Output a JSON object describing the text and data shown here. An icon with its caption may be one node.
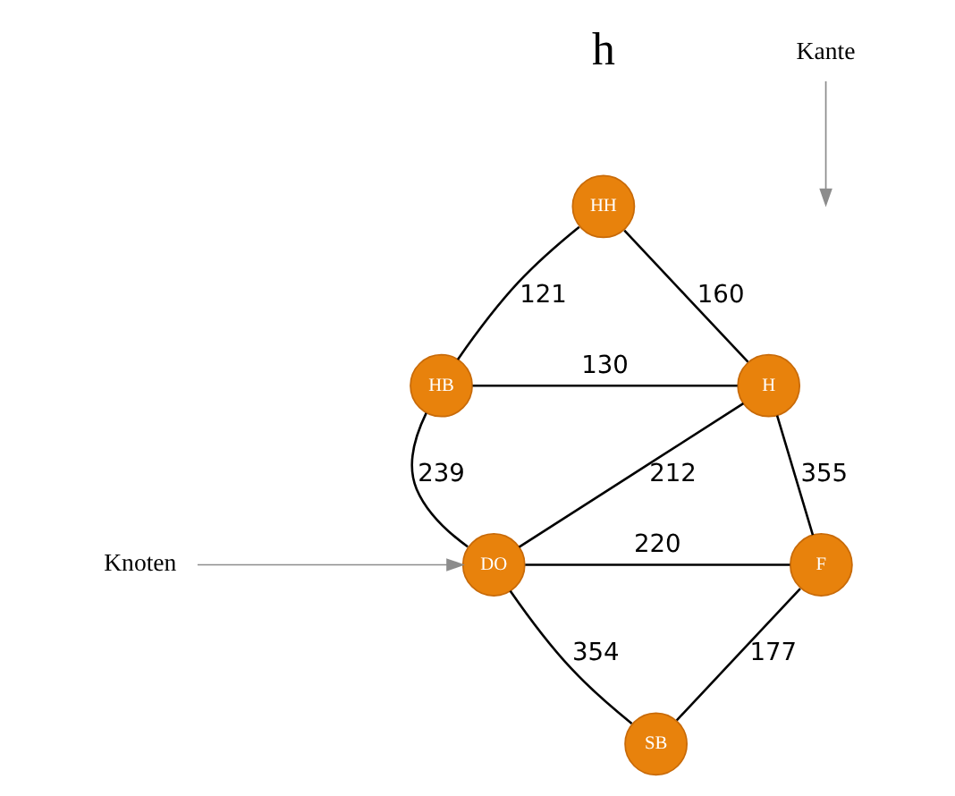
{
  "diagram": {
    "nodes": [
      {
        "text": [
          "HH"
        ]
      },
      {
        "text": [
          "HB"
        ]
      },
      {
        "text": [
          "H"
        ]
      },
      {
        "text": [
          "DO"
        ]
      },
      {
        "text": [
          "F"
        ]
      },
      {
        "text": [
          "SB"
        ]
      },
      {
        "text": [
          "Knoten"
        ]
      },
      {
        "text": [
          "Kante"
        ]
      }
    ],
    "edges": [
      {
        "from": 1,
        "to": 0,
        "arrow": "none",
        "label": "121"
      },
      {
        "from": 0,
        "to": 2,
        "arrow": "none",
        "label": "160"
      },
      {
        "from": 1,
        "to": 2,
        "arrow": "none",
        "label": "130"
      },
      {
        "from": 1,
        "to": 3,
        "arrow": "none",
        "label": "239"
      },
      {
        "from": 3,
        "to": 2,
        "arrow": "none",
        "label": "212"
      },
      {
        "from": 2,
        "to": 4,
        "arrow": "none",
        "label": "355"
      },
      {
        "from": 3,
        "to": 4,
        "arrow": "none",
        "label": "220"
      },
      {
        "from": 3,
        "to": 5,
        "arrow": "none",
        "label": "354"
      },
      {
        "from": 5,
        "to": 4,
        "arrow": "none",
        "label": "177"
      },
      {
        "from": 6,
        "to": 3,
        "arrow": "to",
        "color": "#8c8c8c"
      },
      {
        "from": 7,
        "to": null,
        "arrow": "to",
        "color": "#8c8c8c"
      }
    ],
    "labels": [
      "h"
    ]
  }
}
